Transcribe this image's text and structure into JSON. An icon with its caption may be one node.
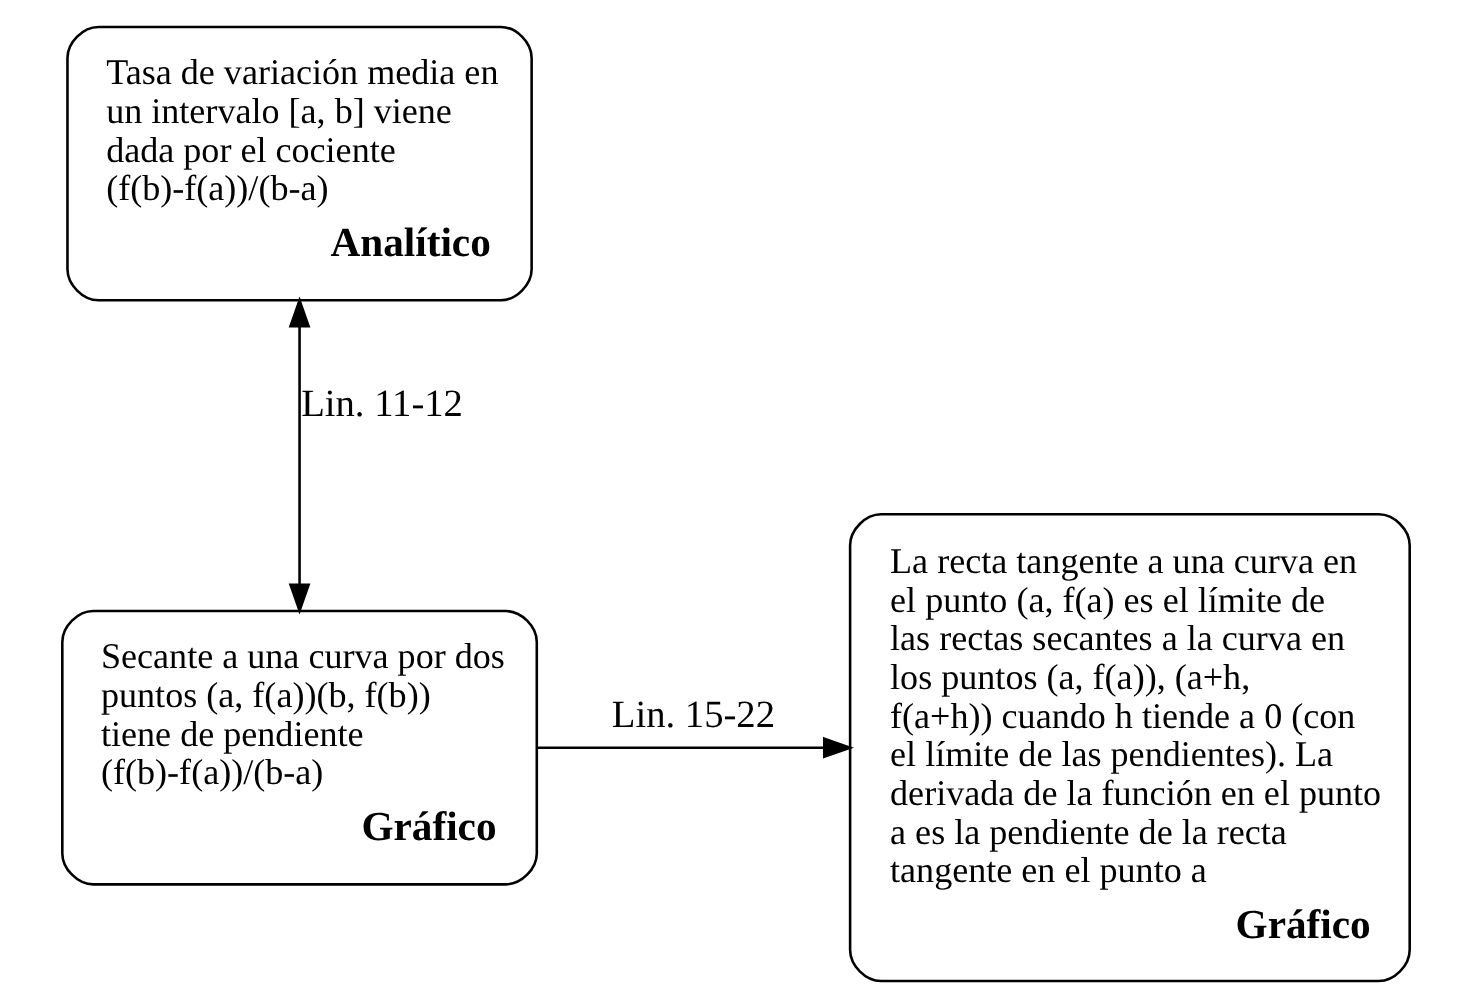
{
  "diagram": {
    "nodes": [
      {
        "text": [
          "Tasa de variación media en un intervalo [a, b] viene dada por el cociente (f(b)-f(a))/(b-a)",
          "Analítico"
        ]
      },
      {
        "text": [
          "Secante a una curva por dos puntos (a, f(a))(b, f(b)) tiene de pendiente (f(b)-f(a))/(b-a)",
          "Gráfico"
        ]
      },
      {
        "text": [
          "La recta tangente a una curva en el punto (a, f(a) es el límite de las rectas secantes a la curva en los puntos (a, f(a)), (a+h, f(a+h)) cuando h tiende a 0 (con el límite de las pendientes). La derivada de la función en el punto a es la pendiente de la recta tangente en el punto a",
          "Gráfico"
        ]
      }
    ],
    "edges": [
      {
        "from": 0,
        "to": 1,
        "arrow": "both",
        "label": "Lin. 11-12"
      },
      {
        "from": 1,
        "to": 2,
        "arrow": "to",
        "label": "Lin. 15-22"
      }
    ]
  }
}
